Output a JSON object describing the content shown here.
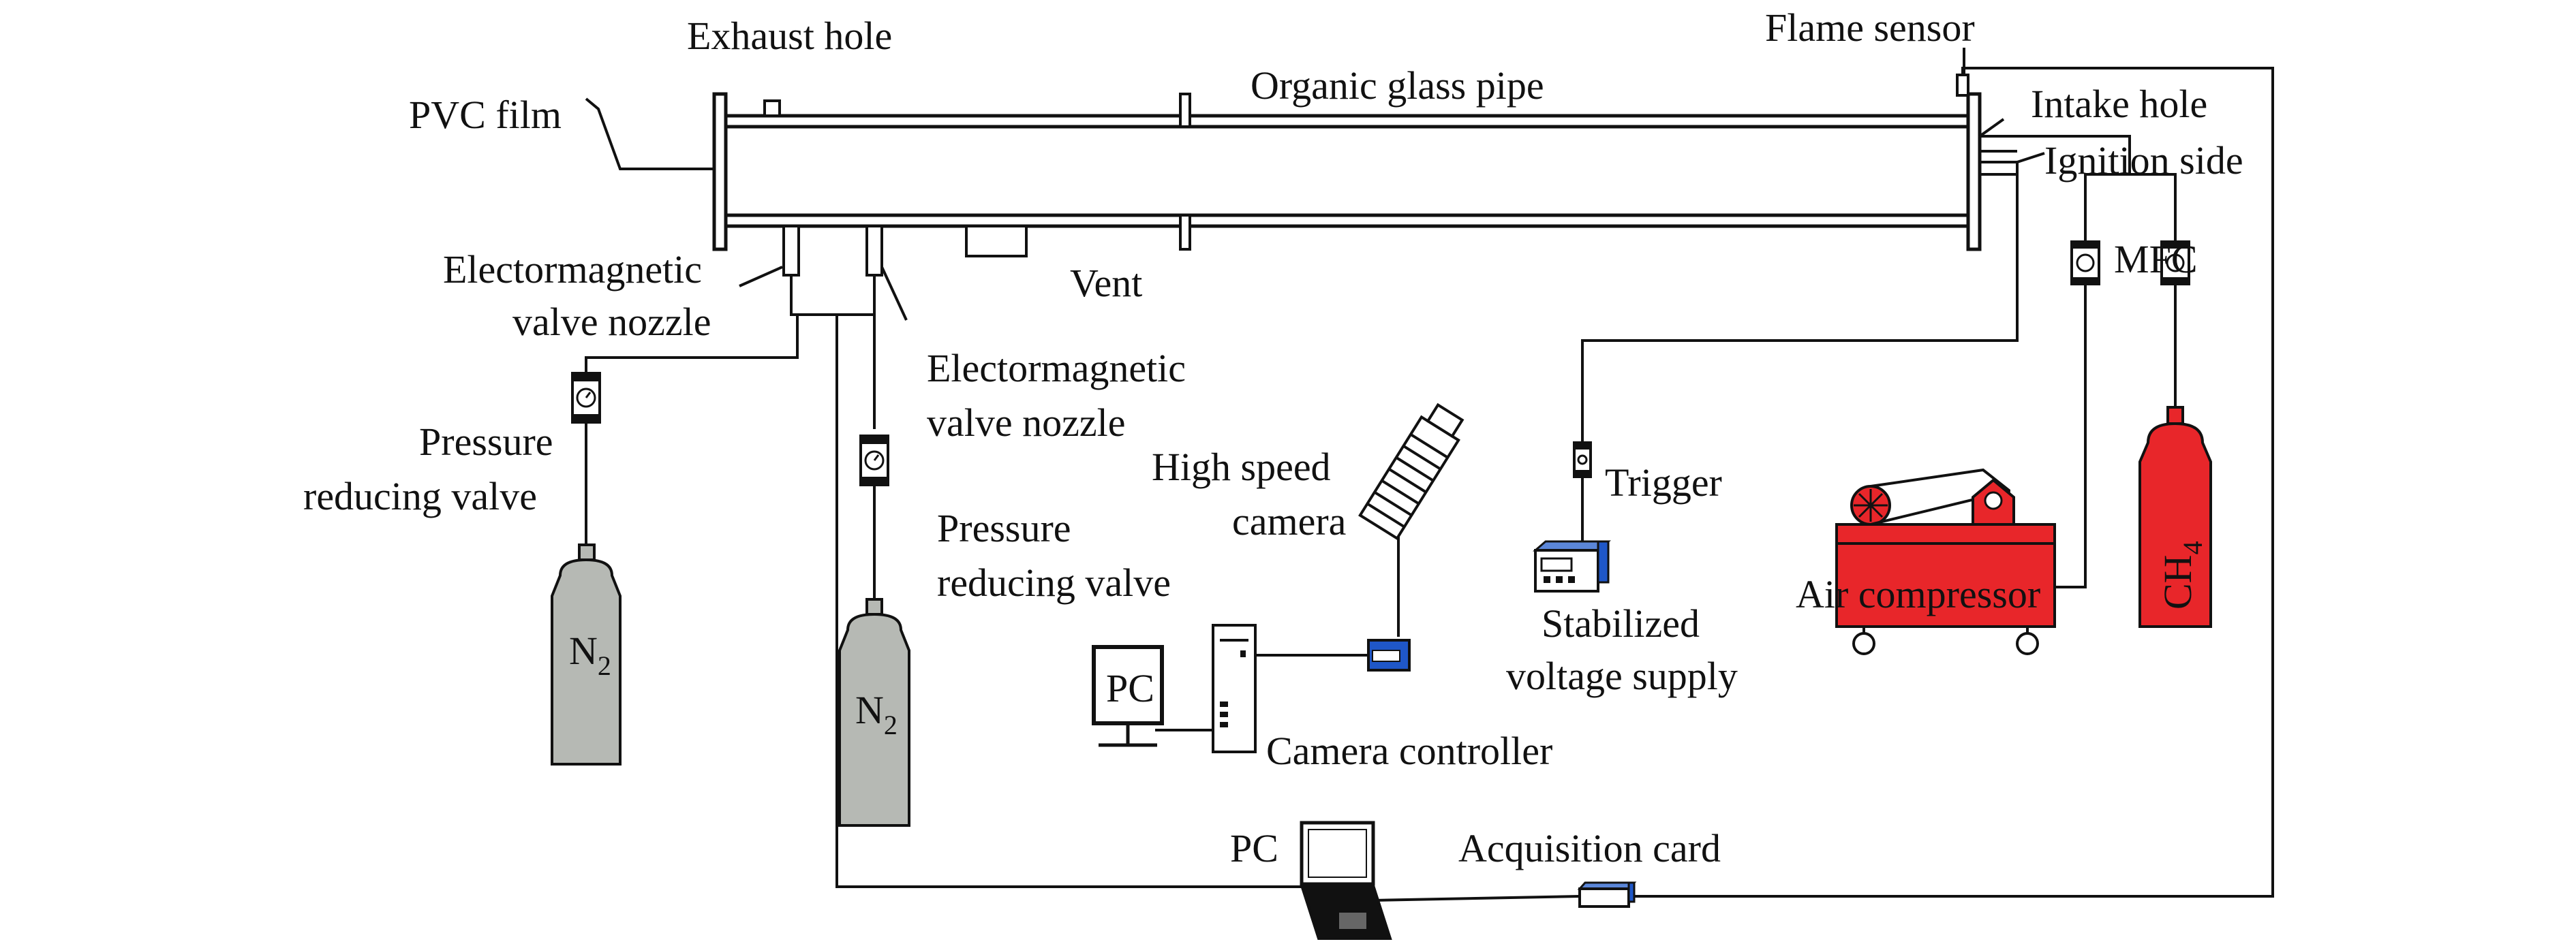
{
  "labels": {
    "exhaust_hole": "Exhaust hole",
    "organic_glass_pipe": "Organic glass pipe",
    "flame_sensor": "Flame sensor",
    "pvc_film": "PVC film",
    "intake_hole": "Intake hole",
    "ignition_side": "Ignition side",
    "electromagnetic_valve_nozzle_left": [
      "Electormagnetic",
      "valve nozzle"
    ],
    "electromagnetic_valve_nozzle_right": [
      "Electormagnetic",
      "valve nozzle"
    ],
    "vent": "Vent",
    "mfc": "MFC",
    "pressure_reducing_valve_left": [
      "Pressure",
      "reducing valve"
    ],
    "pressure_reducing_valve_right": [
      "Pressure",
      "reducing valve"
    ],
    "high_speed_camera": [
      "High speed",
      "camera"
    ],
    "trigger": "Trigger",
    "stabilized_voltage_supply": [
      "Stabilized",
      "voltage supply"
    ],
    "air_compressor": "Air compressor",
    "n2_left": "N",
    "n2_left_sub": "2",
    "n2_right": "N",
    "n2_right_sub": "2",
    "ch4": "CH",
    "ch4_sub": "4",
    "pc_desktop": "PC",
    "camera_controller": "Camera controller",
    "pc_laptop": "PC",
    "acquisition_card": "Acquisition card"
  },
  "colors": {
    "cylinder_gray": "#b6b9b4",
    "ch4_red": "#e8262a",
    "compressor_red": "#e8262a",
    "device_blue": "#1f57c8"
  },
  "icons": [
    "pressure-gauge-icon",
    "high-speed-camera-icon",
    "desktop-pc-icon",
    "laptop-icon",
    "air-compressor-icon",
    "trigger-switch-icon"
  ]
}
